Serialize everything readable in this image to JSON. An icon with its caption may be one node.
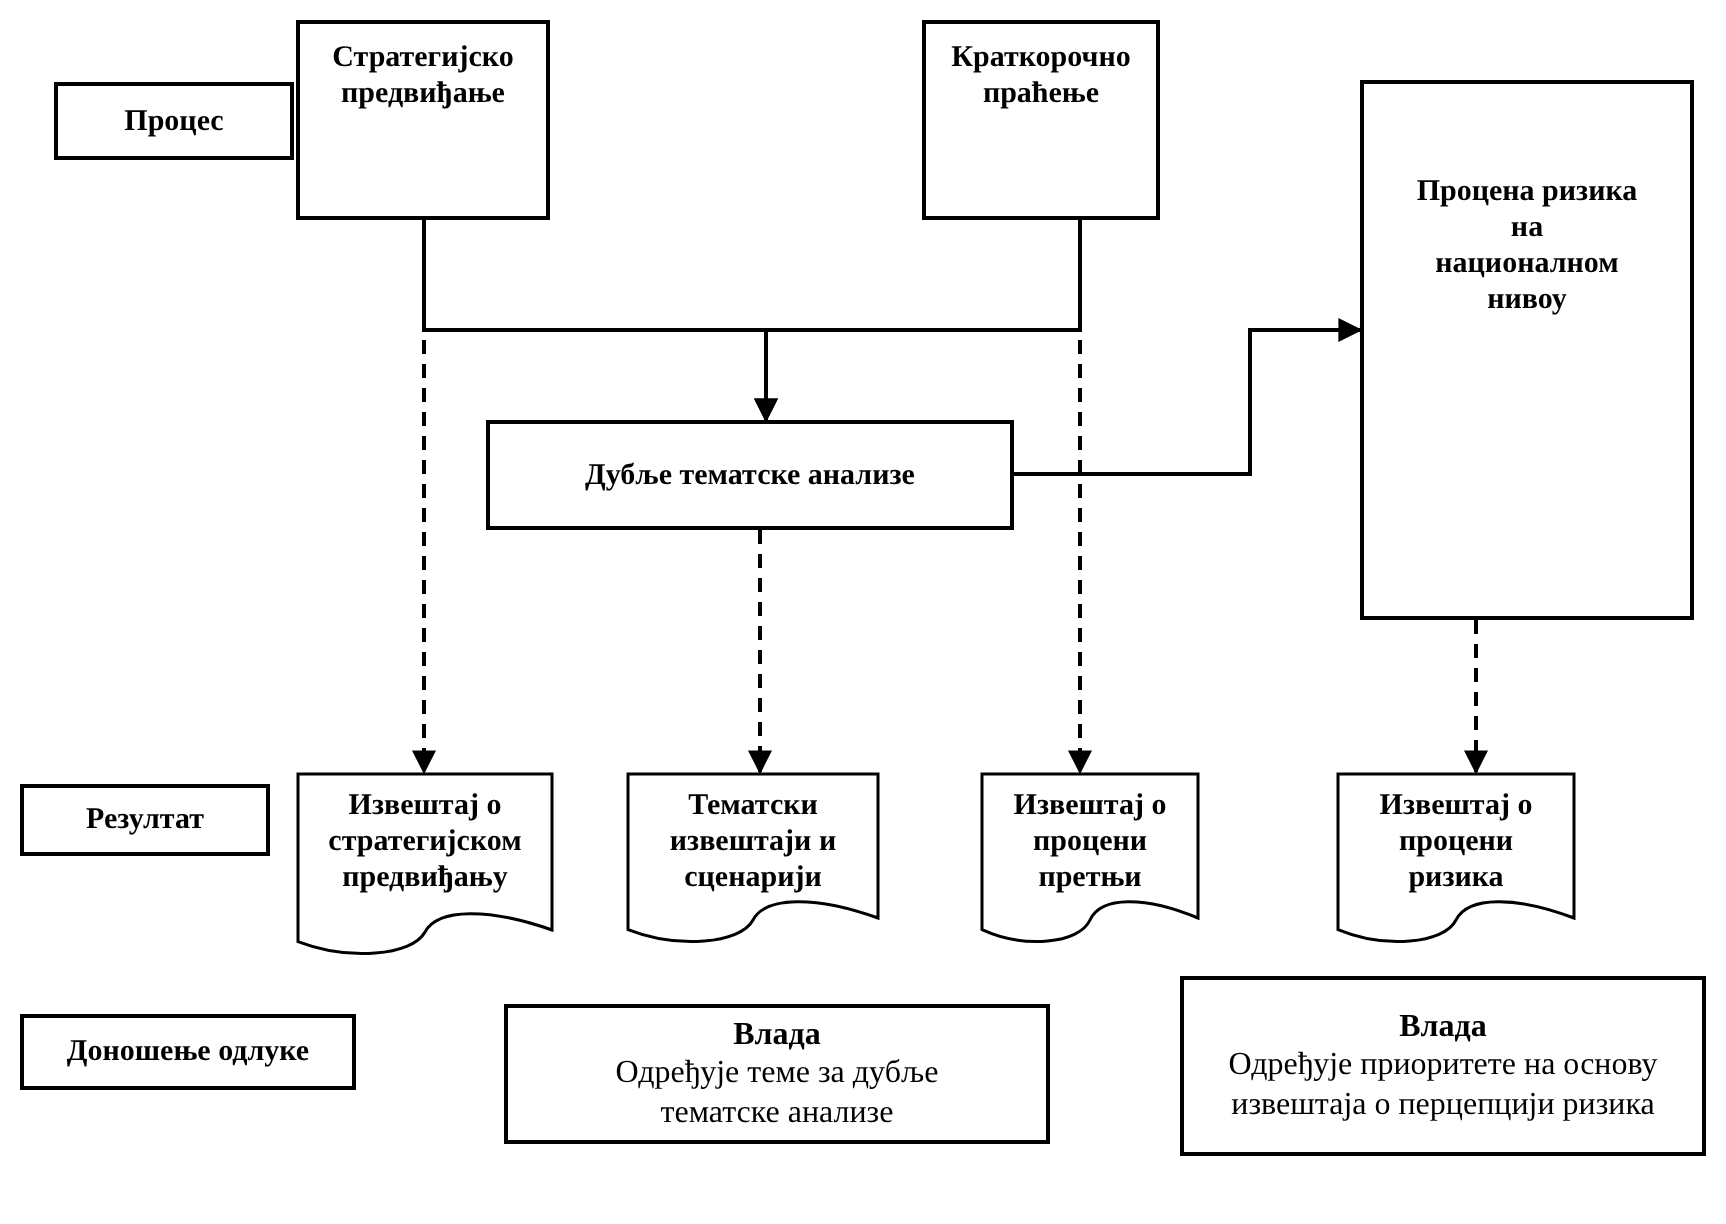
{
  "diagram": {
    "nodes": [
      {
        "text": [
          "Процес"
        ]
      },
      {
        "text": [
          "Стратегијско предвиђање"
        ]
      },
      {
        "text": [
          "Краткорочно праћење"
        ]
      },
      {
        "text": [
          "Процена ризика на националном нивоу"
        ]
      },
      {
        "text": [
          "Дубље тематске анализе"
        ]
      },
      {
        "text": [
          "Резултат"
        ]
      },
      {
        "text": [
          "Извештај о стратегијском предвиђању"
        ]
      },
      {
        "text": [
          "Тематски извештаји и сценарији"
        ]
      },
      {
        "text": [
          "Извештај о процени претњи"
        ]
      },
      {
        "text": [
          "Извештај о процени ризика"
        ]
      },
      {
        "text": [
          "Доношење одлуке"
        ]
      },
      {
        "text": [
          "Влада",
          "Одређује теме за дубље тематске анализе"
        ]
      },
      {
        "text": [
          "Влада",
          "Одређује приоритете на основу извештаја о перцепцији ризика"
        ]
      }
    ],
    "edges": [
      {
        "from": 1,
        "to": 4,
        "arrow": "to"
      },
      {
        "from": 2,
        "to": 4,
        "arrow": "to"
      },
      {
        "from": 1,
        "to": 6,
        "arrow": "to",
        "style": "dashed"
      },
      {
        "from": 2,
        "to": 8,
        "arrow": "to",
        "style": "dashed"
      },
      {
        "from": 4,
        "to": 7,
        "arrow": "to",
        "style": "dashed"
      },
      {
        "from": 4,
        "to": 3,
        "arrow": "to"
      },
      {
        "from": 3,
        "to": 9,
        "arrow": "to",
        "style": "dashed"
      }
    ]
  }
}
